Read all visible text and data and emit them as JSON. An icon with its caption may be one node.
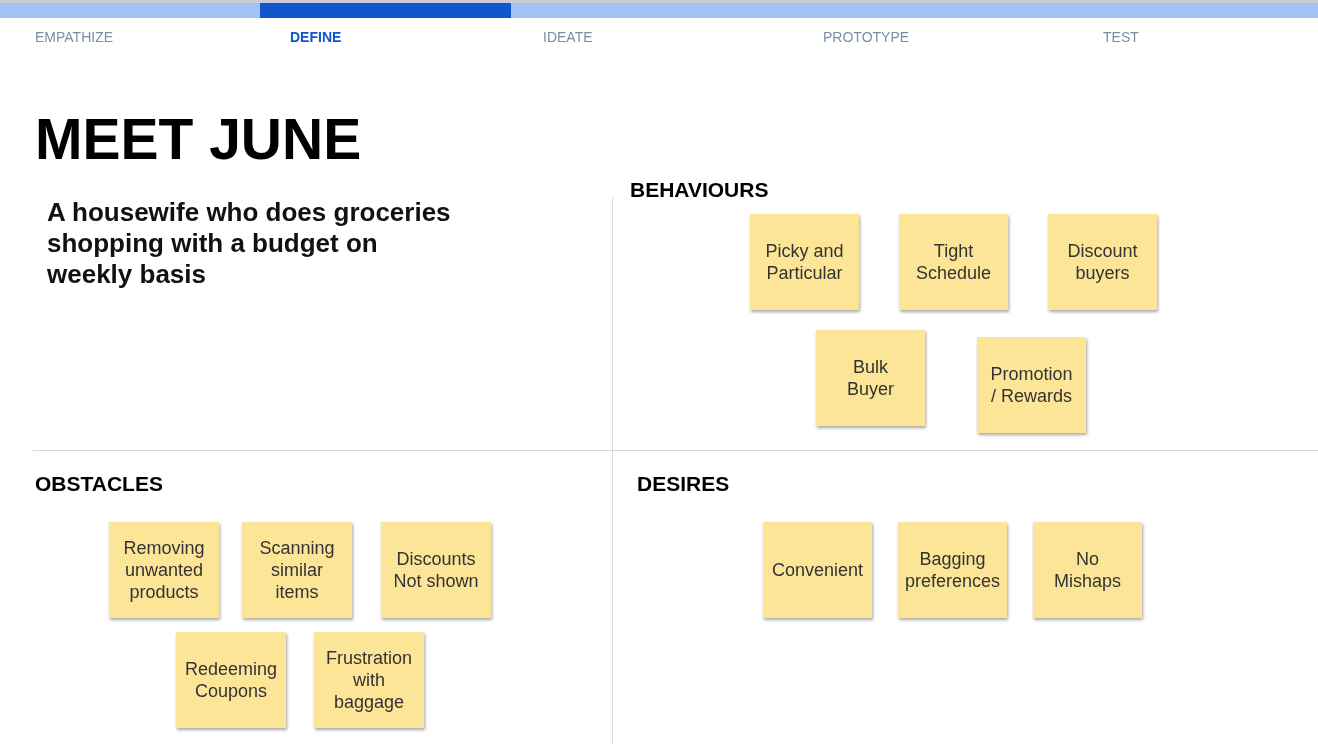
{
  "diagram": {
    "title": "MEET JUNE",
    "nodes": [
      {
        "text": [
          "BEHAVIOURS"
        ]
      },
      {
        "text": [
          "Picky and Particular"
        ],
        "in": 0
      },
      {
        "text": [
          "Tight Schedule"
        ],
        "in": 0
      },
      {
        "text": [
          "Discount buyers"
        ],
        "in": 0
      },
      {
        "text": [
          "Bulk Buyer"
        ],
        "in": 0
      },
      {
        "text": [
          "Promotion / Rewards"
        ],
        "in": 0
      },
      {
        "text": [
          "OBSTACLES"
        ]
      },
      {
        "text": [
          "Removing unwanted products"
        ],
        "in": 6
      },
      {
        "text": [
          "Scanning similar items"
        ],
        "in": 6
      },
      {
        "text": [
          "Discounts Not shown"
        ],
        "in": 6
      },
      {
        "text": [
          "Redeeming Coupons"
        ],
        "in": 6
      },
      {
        "text": [
          "Frustration with baggage"
        ],
        "in": 6
      },
      {
        "text": [
          "DESIRES"
        ]
      },
      {
        "text": [
          "Convenient"
        ],
        "in": 12
      },
      {
        "text": [
          "Bagging preferences"
        ],
        "in": 12
      },
      {
        "text": [
          "No Mishaps"
        ],
        "in": 12
      }
    ],
    "labels": [
      "EMPATHIZE",
      "DEFINE",
      "IDEATE",
      "PROTOTYPE",
      "TEST",
      "A housewife who does groceries shopping with a budget on weekly basis"
    ]
  }
}
